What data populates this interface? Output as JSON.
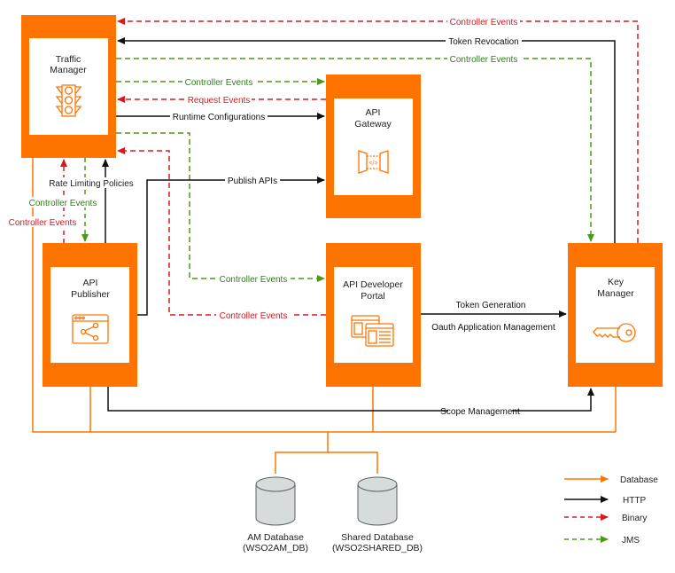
{
  "colors": {
    "orange": "#ff7300",
    "http": "#111111",
    "binary": "#d9181e",
    "jms": "#4a9a16",
    "jms_text": "#2e7d1a",
    "binary_text": "#d9181e",
    "db_fill": "#d6dcdc",
    "db_stroke": "#5a6060"
  },
  "nodes": {
    "traffic_manager": {
      "line1": "Traffic",
      "line2": "Manager",
      "icon": "traffic-light-icon"
    },
    "api_gateway": {
      "line1": "API",
      "line2": "Gateway",
      "icon": "gateway-code-icon"
    },
    "api_publisher": {
      "line1": "API",
      "line2": "Publisher",
      "icon": "share-window-icon"
    },
    "api_developer_portal": {
      "line1": "API Developer",
      "line2": "Portal",
      "icon": "browser-windows-icon"
    },
    "key_manager": {
      "line1": "Key",
      "line2": "Manager",
      "icon": "key-icon"
    }
  },
  "edges": {
    "km_to_tm_controller_events": "Controller Events",
    "km_to_tm_token_revocation": "Token Revocation",
    "tm_to_km_controller_events": "Controller Events",
    "tm_to_gw_controller_events": "Controller Events",
    "gw_to_tm_request_events": "Request Events",
    "tm_to_gw_runtime_configurations": "Runtime Configurations",
    "pub_to_gw_publish_apis": "Publish APIs",
    "pub_to_tm_rate_limiting": "Rate Limiting Policies",
    "tm_to_pub_controller_events": "Controller Events",
    "pub_to_tm_controller_events": "Controller Events",
    "tm_to_portal_controller_events": "Controller Events",
    "portal_to_tm_controller_events": "Controller Events",
    "portal_to_km_token_generation": "Token Generation",
    "portal_to_km_oauth": "Oauth Application Management",
    "pub_to_km_scope_management": "Scope Management"
  },
  "databases": [
    {
      "name": "AM Database",
      "id": "(WSO2AM_DB)"
    },
    {
      "name": "Shared Database",
      "id": "(WSO2SHARED_DB)"
    }
  ],
  "legend": [
    {
      "label": "Database",
      "type": "database"
    },
    {
      "label": "HTTP",
      "type": "http"
    },
    {
      "label": "Binary",
      "type": "binary"
    },
    {
      "label": "JMS",
      "type": "jms"
    }
  ]
}
